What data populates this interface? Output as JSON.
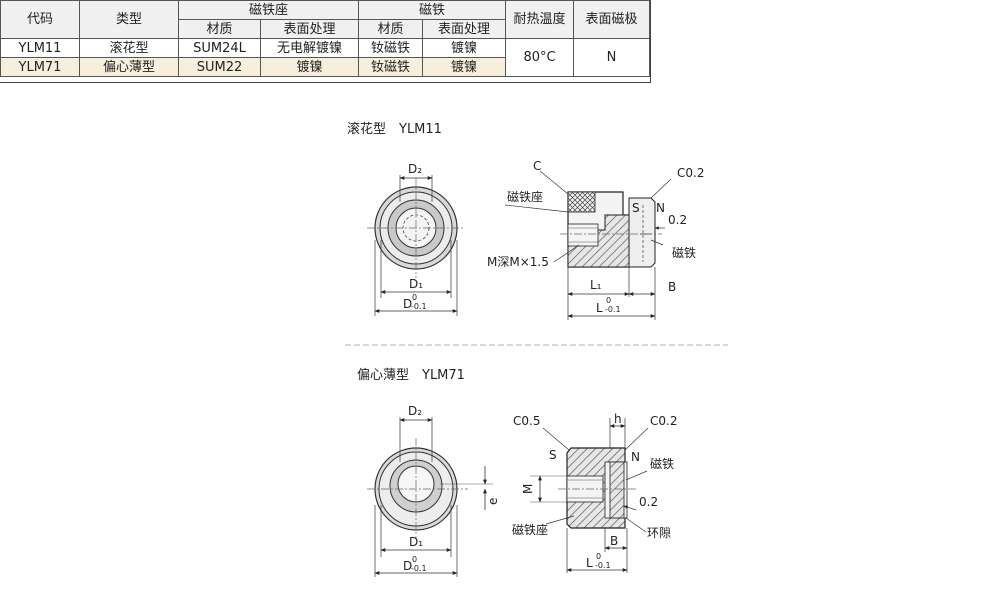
{
  "table": {
    "headers": {
      "code": "代码",
      "type": "类型",
      "seat_group": "磁铁座",
      "magnet_group": "磁铁",
      "heat": "耐热温度",
      "pole": "表面磁极",
      "material": "材质",
      "surface": "表面处理"
    },
    "rows": [
      {
        "code": "YLM11",
        "type": "滚花型",
        "seat_material": "SUM24L",
        "seat_surface": "无电解镀镍",
        "magnet_material": "钕磁铁",
        "magnet_surface": "镀镍"
      },
      {
        "code": "YLM71",
        "type": "偏心薄型",
        "seat_material": "SUM22",
        "seat_surface": "镀镍",
        "magnet_material": "钕磁铁",
        "magnet_surface": "镀镍"
      }
    ],
    "heat_value": "80°C",
    "pole_value": "N"
  },
  "drawing1": {
    "caption": "滚花型　YLM11",
    "d2": "D₂",
    "d1": "D₁",
    "d": "D",
    "tol_top": "0",
    "tol_bot": "-0.1",
    "c": "C",
    "c02": "C0.2",
    "seat": "磁铁座",
    "s": "S",
    "n": "N",
    "v02": "0.2",
    "magnet": "磁铁",
    "mthread": "M深M×1.5",
    "l1": "L₁",
    "b": "B",
    "l": "L"
  },
  "drawing2": {
    "caption": "偏心薄型　YLM71",
    "d2": "D₂",
    "d1": "D₁",
    "d": "D",
    "tol_top": "0",
    "tol_bot": "-0.1",
    "e": "e",
    "c05": "C0.5",
    "h": "h",
    "c02": "C0.2",
    "s": "S",
    "n": "N",
    "magnet": "磁铁",
    "m": "M",
    "v02": "0.2",
    "seat": "磁铁座",
    "gap": "环隙",
    "b": "B",
    "l": "L"
  },
  "colors": {
    "tolerance_d": "#d0021b"
  }
}
